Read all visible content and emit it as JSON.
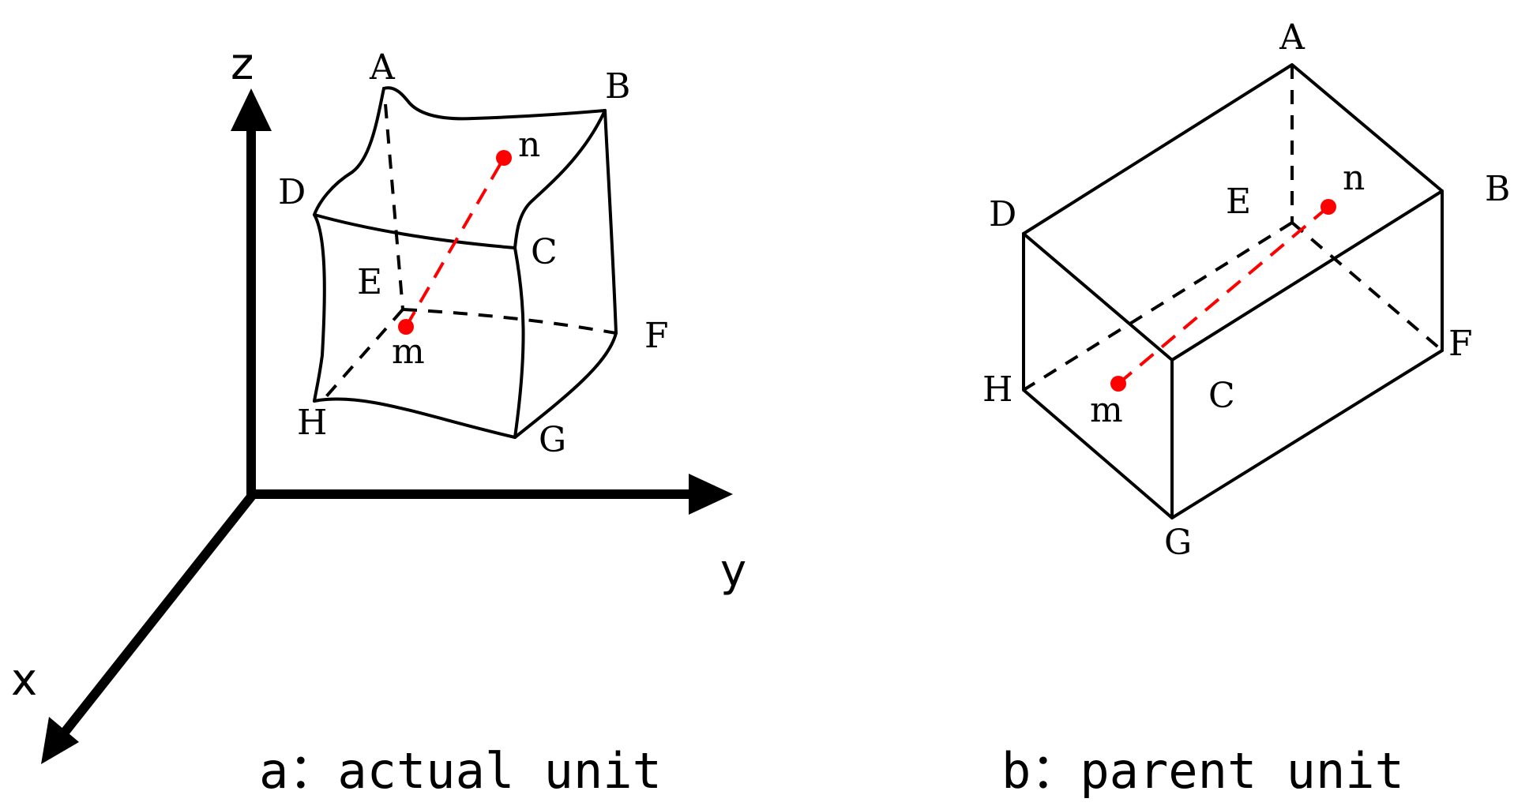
{
  "axes": {
    "z": "z",
    "y": "y",
    "x": "x"
  },
  "actual": {
    "caption": "a：actual unit",
    "labels": {
      "A": "A",
      "B": "B",
      "C": "C",
      "D": "D",
      "E": "E",
      "F": "F",
      "G": "G",
      "H": "H",
      "m": "m",
      "n": "n"
    }
  },
  "parent": {
    "caption": "b：parent unit",
    "labels": {
      "A": "A",
      "B": "B",
      "C": "C",
      "D": "D",
      "E": "E",
      "F": "F",
      "G": "G",
      "H": "H",
      "m": "m",
      "n": "n"
    }
  },
  "colors": {
    "line": "#000000",
    "highlight": "#ff0000"
  }
}
